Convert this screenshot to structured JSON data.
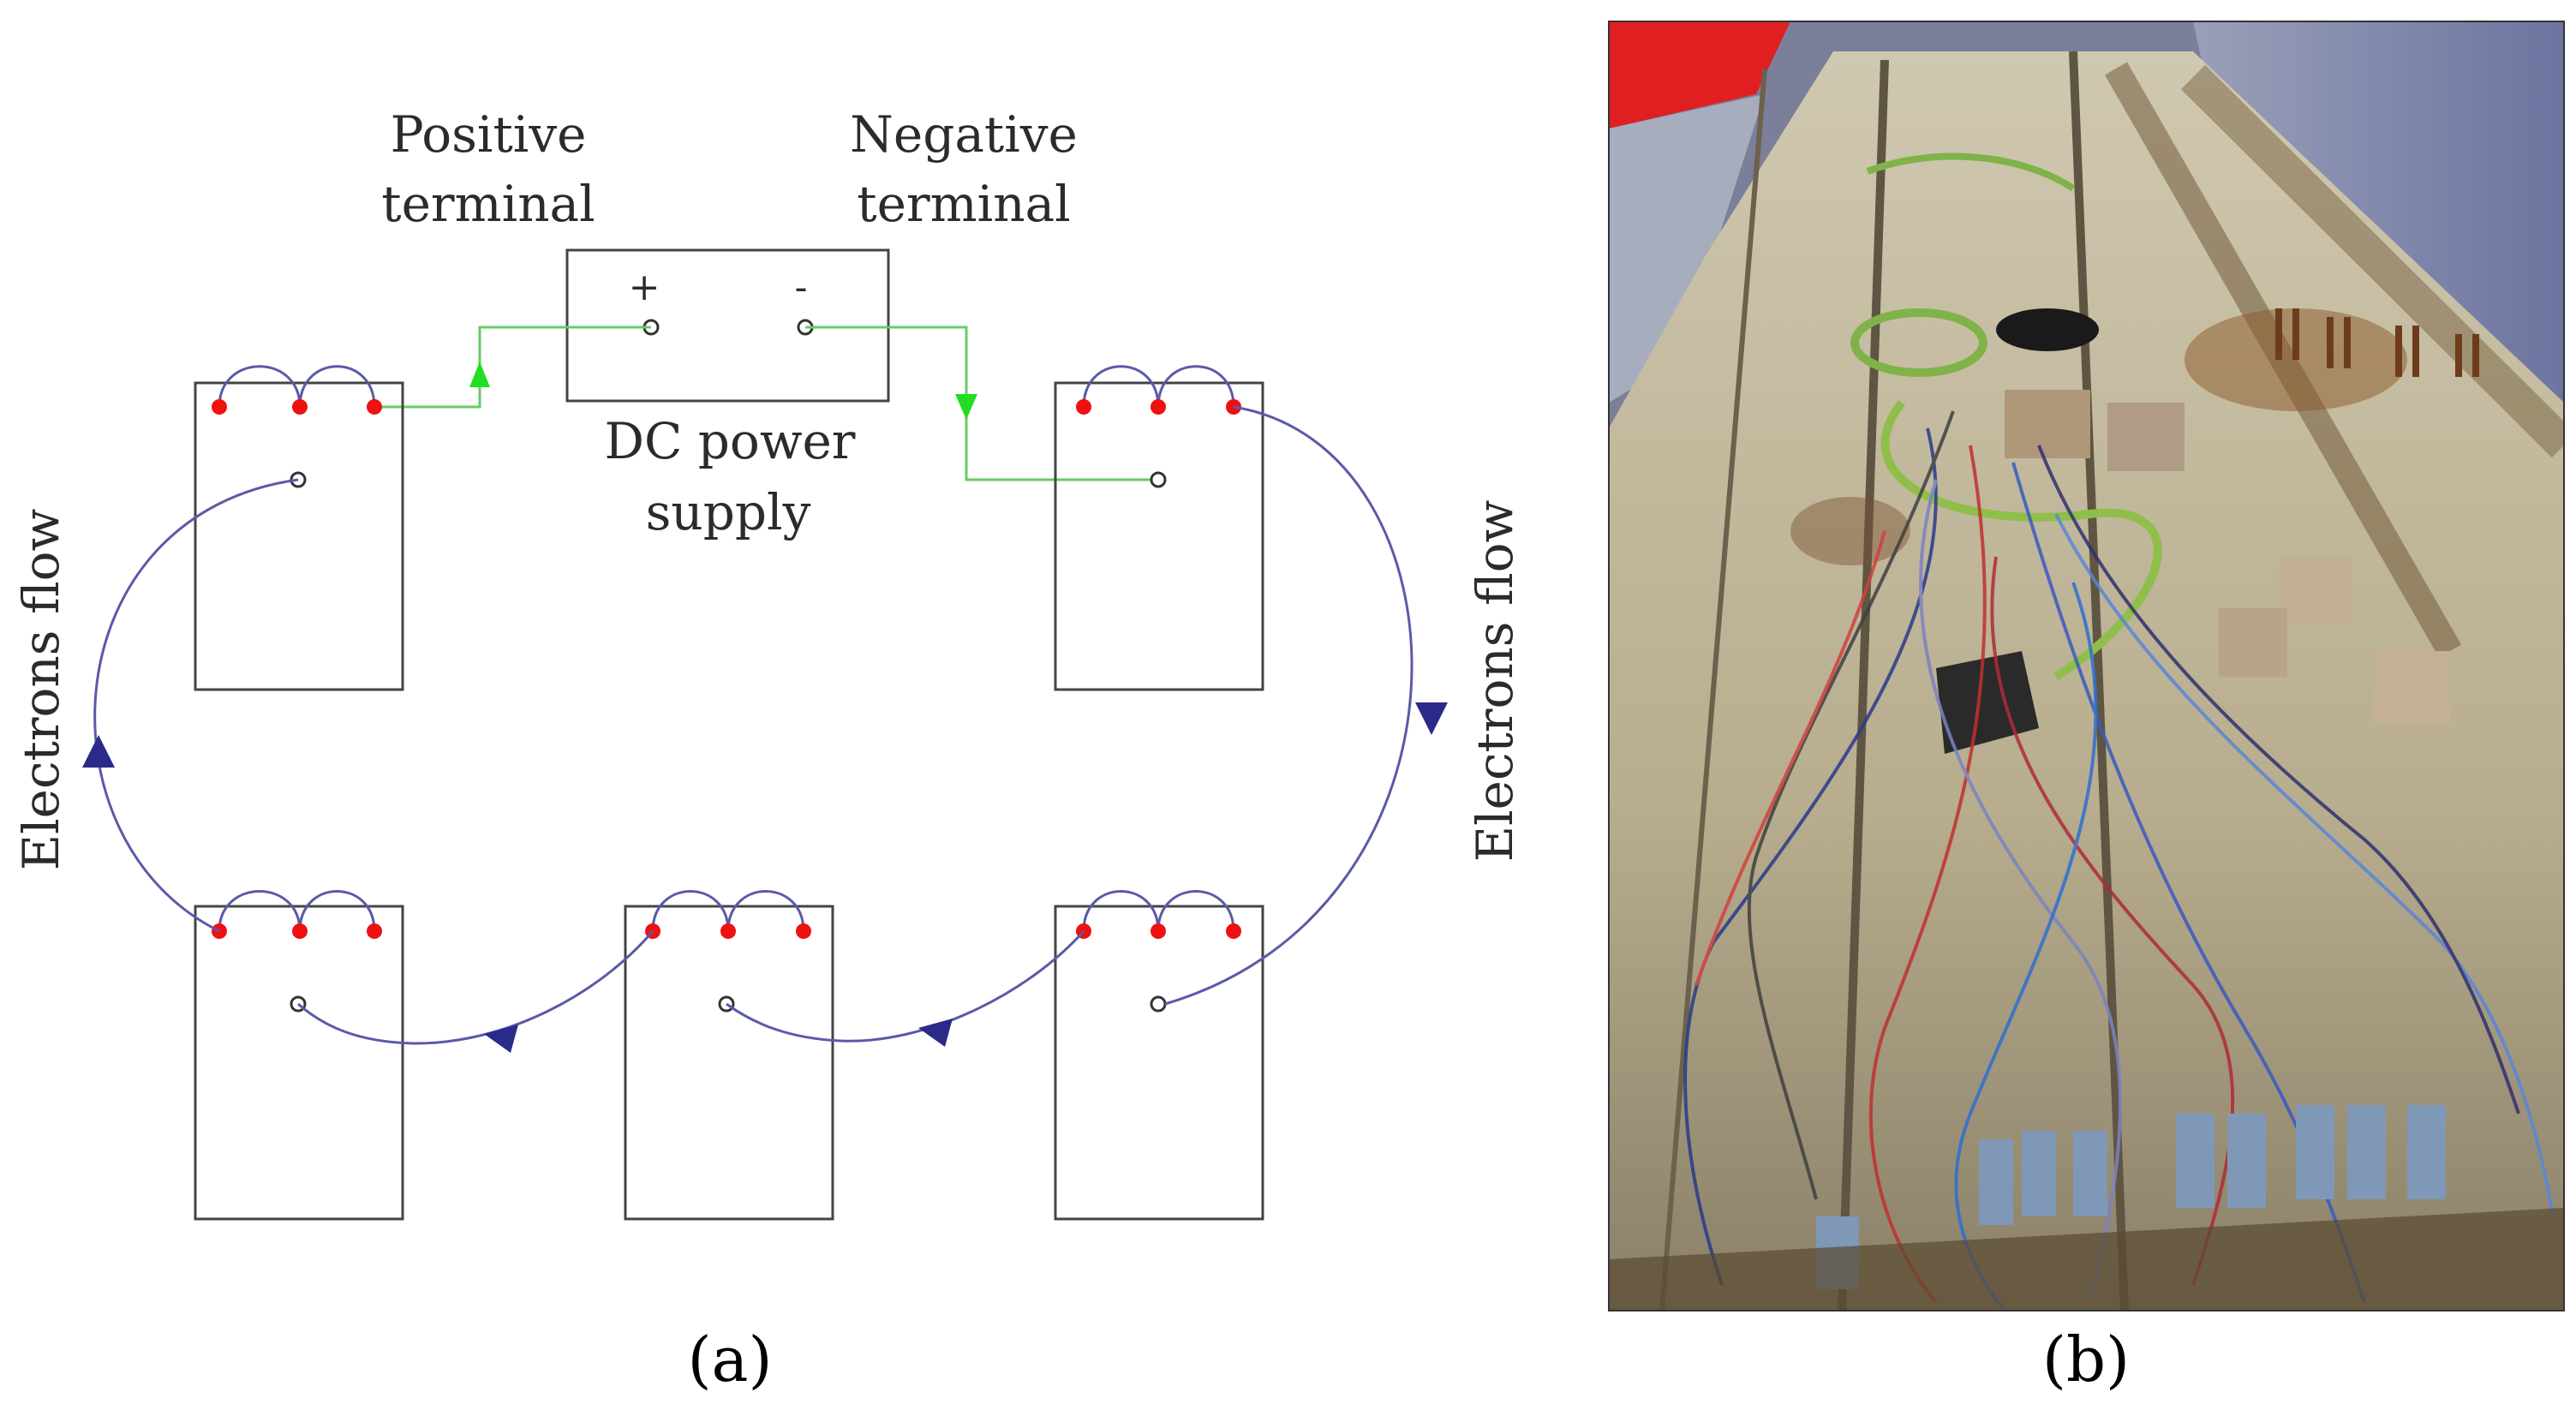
{
  "panel_a": {
    "caption": "(a)",
    "labels": {
      "positive_terminal_line1": "Positive",
      "positive_terminal_line2": "terminal",
      "negative_terminal_line1": "Negative",
      "negative_terminal_line2": "terminal",
      "power_line1": "DC power",
      "power_line2": "supply",
      "plus_sign": "+",
      "minus_sign": "-",
      "electrons_left": "Electrons flow",
      "electrons_right": "Electrons flow"
    },
    "colors": {
      "electron_wire": "#5a5aa8",
      "electron_arrow": "#2a2a8a",
      "supply_wire": "#66cc66",
      "supply_arrow": "#22dd22",
      "anode_dot": "#ee1111",
      "box_stroke": "#444444"
    }
  },
  "panel_b": {
    "caption": "(b)",
    "photo_description_icon": "photo-icon"
  }
}
